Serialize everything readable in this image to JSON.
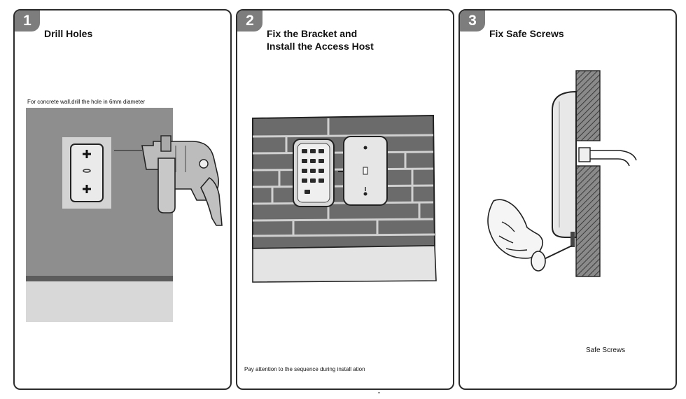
{
  "steps": [
    {
      "number": "1",
      "title": "Drill  Holes",
      "note": "For concrete wall,drill the hole in 6mm diameter"
    },
    {
      "number": "2",
      "title": "Fix the Bracket and\nInstall the Access Host",
      "note": "Pay attention to the sequence during install ation"
    },
    {
      "number": "3",
      "title": "Fix Safe Screws",
      "note": "Safe Screws"
    }
  ]
}
